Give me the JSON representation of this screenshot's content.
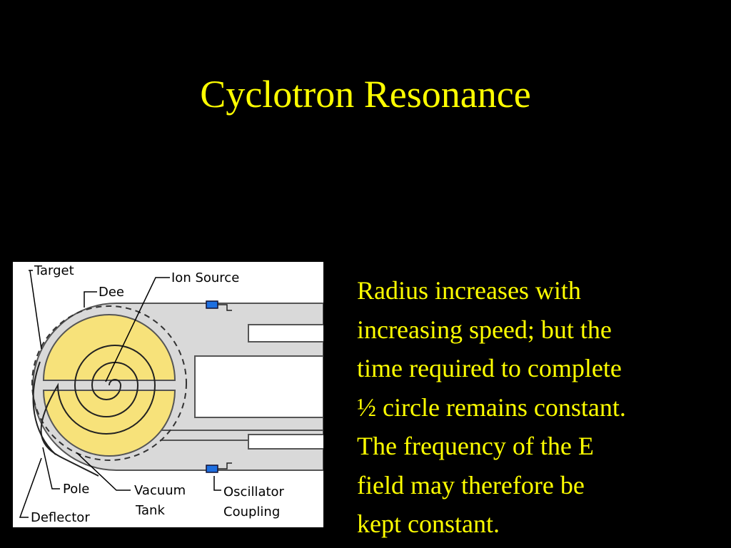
{
  "slide": {
    "title": "Cyclotron Resonance",
    "text_color": "#FFFF00",
    "background": "#000000"
  },
  "body_lines": [
    "Radius increases with",
    "increasing speed; but the",
    "time required to complete",
    "½ circle remains constant.",
    "The frequency of the E",
    "field may therefore be",
    "kept constant."
  ],
  "diagram": {
    "labels": {
      "target": "Target",
      "dee": "Dee",
      "ion_source": "Ion Source",
      "pole": "Pole",
      "vacuum": "Vacuum",
      "tank": "Tank",
      "oscillator": "Oscillator",
      "coupling": "Coupling",
      "deflector": "Deflector"
    },
    "colors": {
      "dee_fill": "#F7E27A",
      "tank_fill": "#D9D9D9",
      "component_blue": "#1E6FE0"
    }
  }
}
